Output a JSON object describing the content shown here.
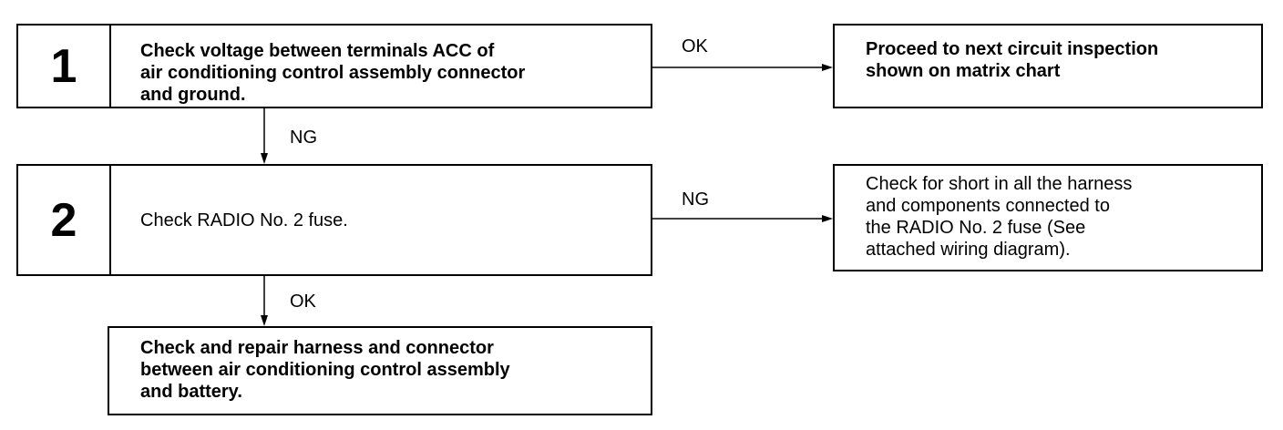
{
  "steps": [
    {
      "number": "1",
      "text": "Check voltage between terminals ACC of\nair conditioning control assembly connector\nand ground."
    },
    {
      "number": "2",
      "text": "Check RADIO No. 2 fuse."
    }
  ],
  "results": {
    "step1_ok": "Proceed to next circuit inspection\nshown on matrix chart",
    "step2_ng": "Check for short in all the harness\nand components connected to\nthe RADIO No. 2 fuse (See\nattached wiring diagram).",
    "final": "Check and repair harness and connector\nbetween air conditioning control assembly\nand battery."
  },
  "labels": {
    "step1_right": "OK",
    "step1_down": "NG",
    "step2_right": "NG",
    "step2_down": "OK"
  }
}
